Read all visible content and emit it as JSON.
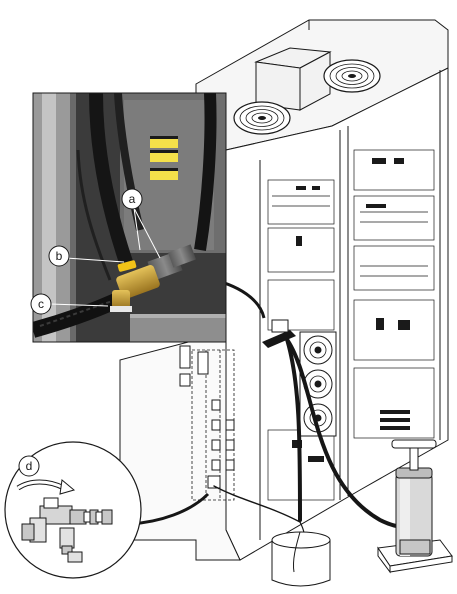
{
  "callouts": [
    {
      "label": "a"
    },
    {
      "label": "b"
    },
    {
      "label": "c"
    },
    {
      "label": "d"
    }
  ],
  "colors": {
    "line": "#1a1a1a",
    "photo_bg": "#3b3b3b",
    "brass": "#c49a2c",
    "valve_yellow": "#f2c318",
    "warning_label": "#f4e04a",
    "hose": "#161616"
  }
}
